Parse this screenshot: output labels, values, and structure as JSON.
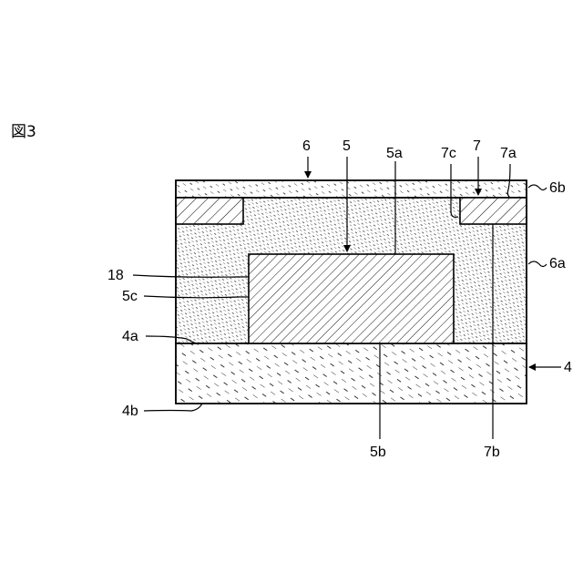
{
  "figure_label": "図3",
  "labels": {
    "l6": "6",
    "l5": "5",
    "l5a": "5a",
    "l7c": "7c",
    "l7": "7",
    "l7a": "7a",
    "l6b": "6b",
    "l6a": "6a",
    "l18": "18",
    "l5c": "5c",
    "l4a": "4a",
    "l4": "4",
    "l4b": "4b",
    "l5b": "5b",
    "l7b": "7b"
  }
}
